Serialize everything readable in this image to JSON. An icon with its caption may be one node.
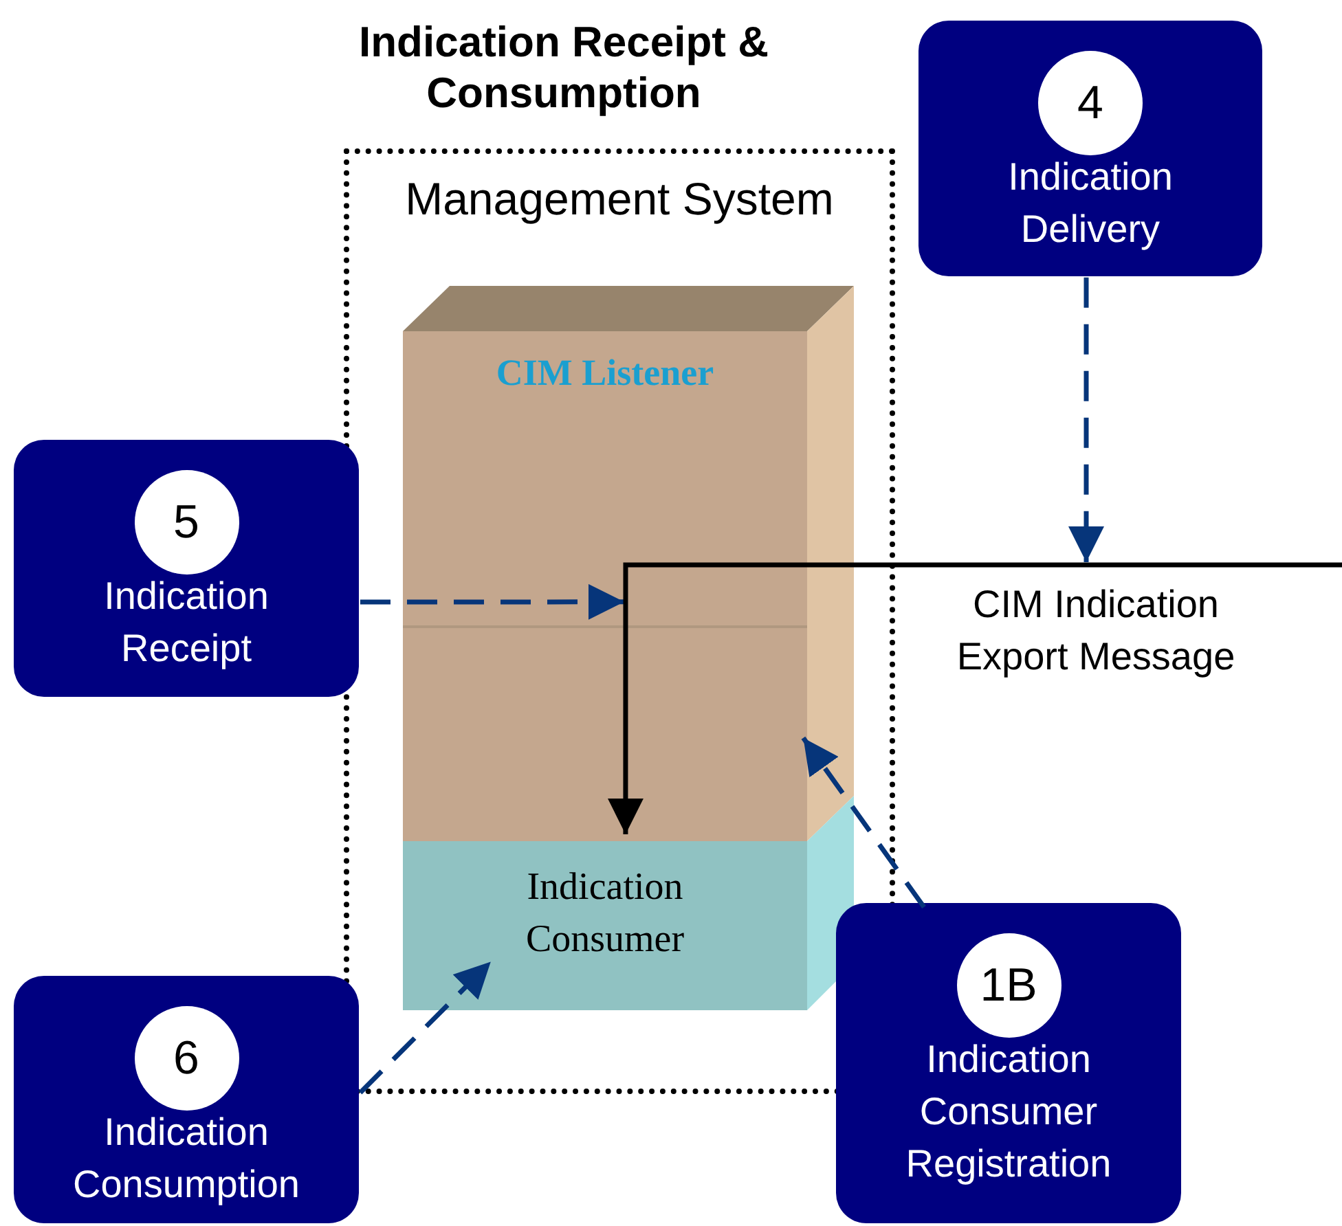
{
  "diagram": {
    "title": "Indication Receipt & Consumption",
    "nodes": [
      {
        "text": [
          "Management System"
        ]
      },
      {
        "text": [
          "CIM Listener"
        ],
        "in": 0
      },
      {
        "text": [
          "Indication Consumer"
        ],
        "in": 0
      },
      {
        "text": [
          "4",
          "Indication Delivery"
        ]
      },
      {
        "text": [
          "5",
          "Indication Receipt"
        ]
      },
      {
        "text": [
          "1B",
          "Indication Consumer Registration"
        ]
      },
      {
        "text": [
          "6",
          "Indication Consumption"
        ]
      }
    ],
    "edges": [
      {
        "from": 3,
        "to": null,
        "arrow": "to",
        "style": "dashed"
      },
      {
        "from": 4,
        "to": 1,
        "arrow": "to",
        "style": "dashed"
      },
      {
        "from": 5,
        "to": 1,
        "arrow": "to",
        "style": "dashed"
      },
      {
        "from": 6,
        "to": 2,
        "arrow": "to",
        "style": "dashed"
      },
      {
        "from": null,
        "to": 2,
        "arrow": "to",
        "label": "CIM Indication Export Message",
        "color": "#000000"
      }
    ]
  }
}
